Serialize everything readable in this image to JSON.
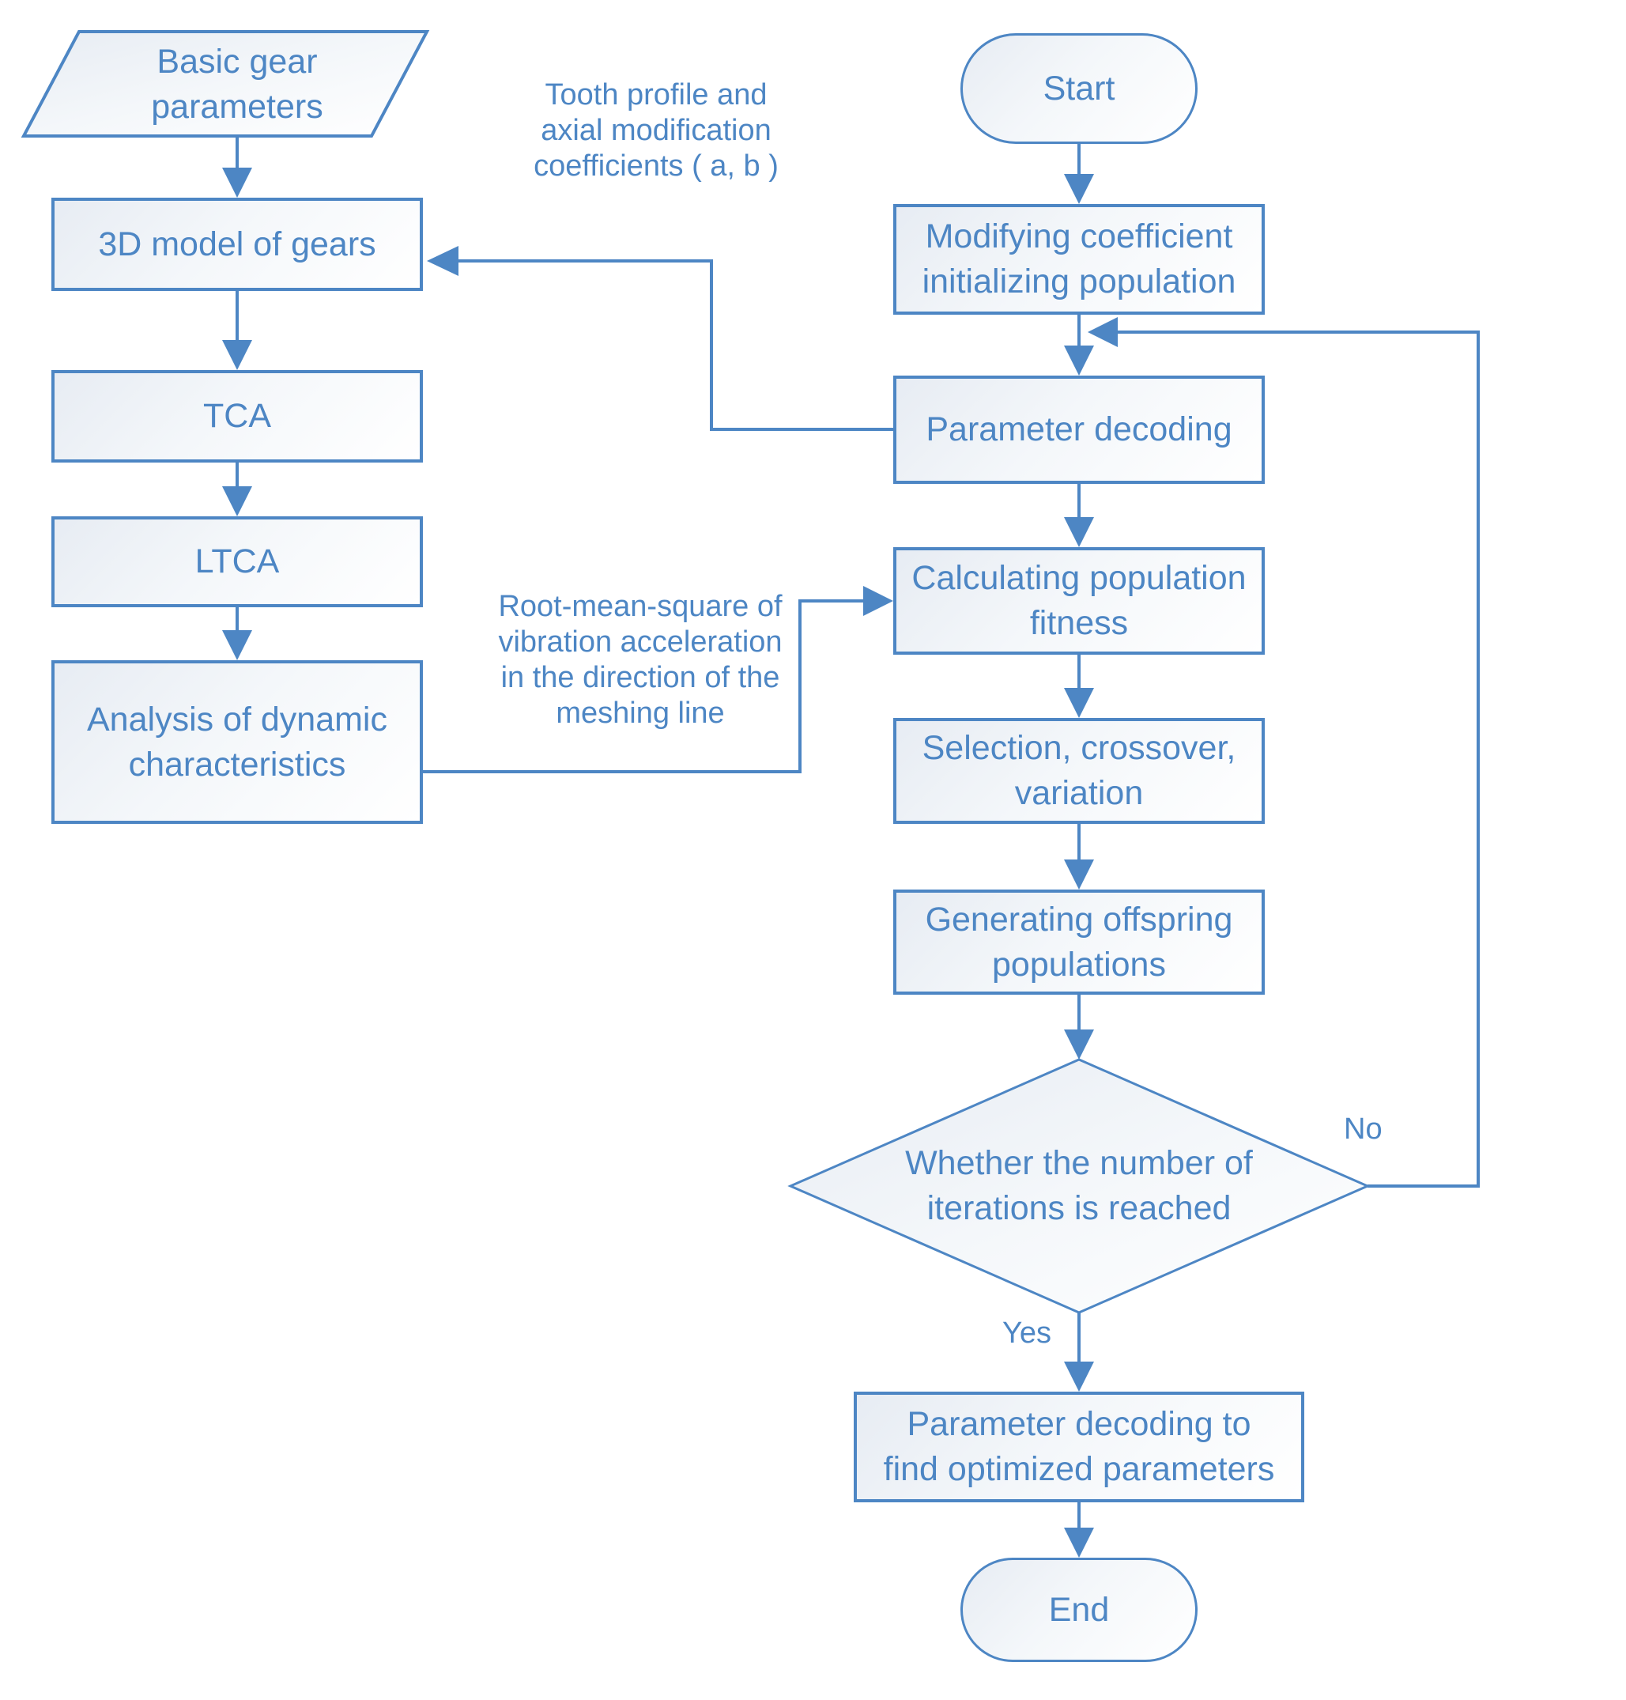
{
  "colors": {
    "accent": "#4d86c4",
    "node_fill_start": "#e7ecf3",
    "background": "#ffffff"
  },
  "nodes": {
    "basic_gear_parameters": {
      "lines": [
        "Basic gear",
        "parameters"
      ]
    },
    "model_3d": {
      "lines": [
        "3D model of gears"
      ]
    },
    "tca": {
      "lines": [
        "TCA"
      ]
    },
    "ltca": {
      "lines": [
        "LTCA"
      ]
    },
    "dynamic_analysis": {
      "lines": [
        "Analysis of dynamic",
        "characteristics"
      ]
    },
    "start": {
      "lines": [
        "Start"
      ]
    },
    "init_population": {
      "lines": [
        "Modifying coefficient",
        "initializing population"
      ]
    },
    "parameter_decoding": {
      "lines": [
        "Parameter decoding"
      ]
    },
    "population_fitness": {
      "lines": [
        "Calculating population",
        "fitness"
      ]
    },
    "selection": {
      "lines": [
        "Selection, crossover,",
        "variation"
      ]
    },
    "offspring": {
      "lines": [
        "Generating offspring",
        "populations"
      ]
    },
    "iteration_check": {
      "lines": [
        "Whether the number of",
        "iterations is reached"
      ]
    },
    "final_decoding": {
      "lines": [
        "Parameter decoding to",
        "find optimized parameters"
      ]
    },
    "end": {
      "lines": [
        "End"
      ]
    }
  },
  "edge_labels": {
    "tooth_profile": {
      "lines": [
        "Tooth profile and",
        "axial modification",
        "coefficients ( a, b )"
      ]
    },
    "rms": {
      "lines": [
        "Root-mean-square of",
        "vibration acceleration",
        "in the direction of the",
        "meshing line"
      ]
    },
    "no": "No",
    "yes": "Yes"
  }
}
